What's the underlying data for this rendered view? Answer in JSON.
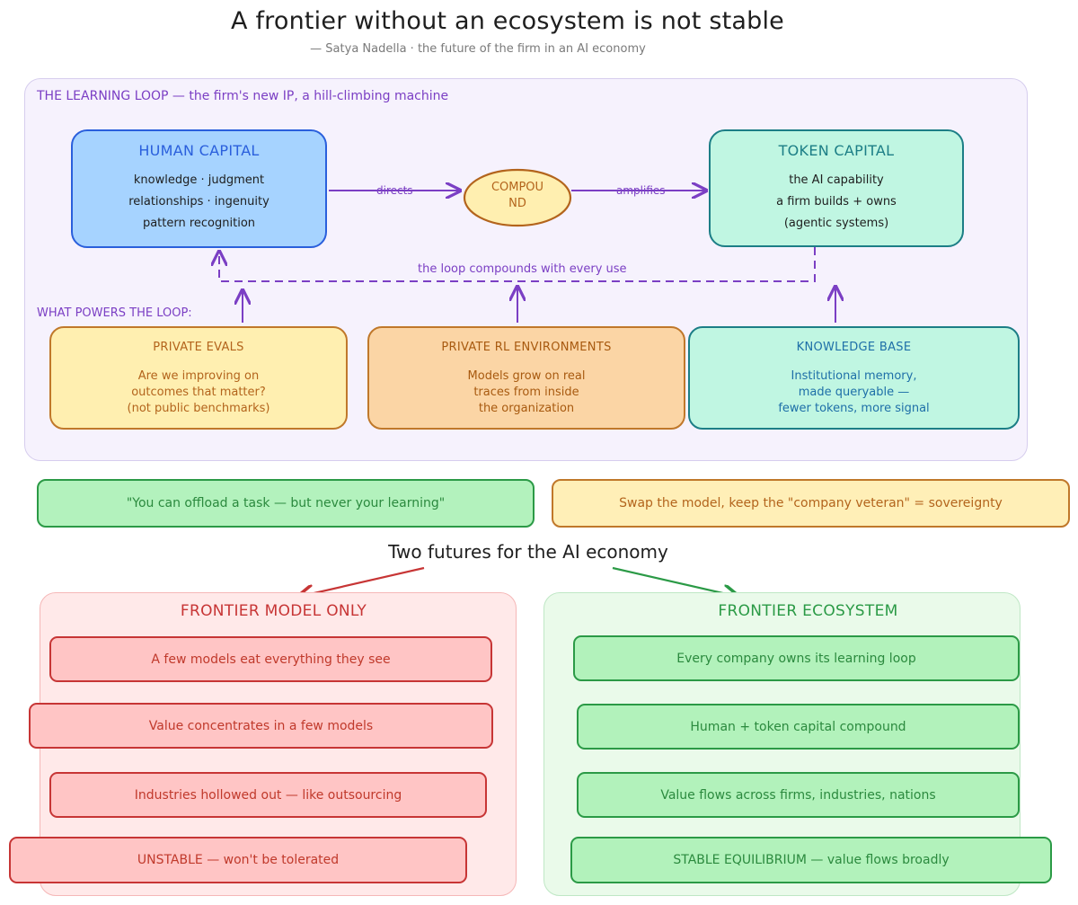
{
  "title": "A frontier without an ecosystem is not stable",
  "subtitle": "— Satya Nadella  ·  the future of the firm in an AI economy",
  "learning_loop": {
    "heading": "THE LEARNING LOOP   —   the firm's new IP, a hill-climbing machine",
    "human_capital": {
      "title": "HUMAN CAPITAL",
      "lines": [
        "knowledge · judgment",
        "relationships · ingenuity",
        "pattern recognition"
      ]
    },
    "compound": {
      "line1": "COMPOU",
      "line2": "ND"
    },
    "token_capital": {
      "title": "TOKEN CAPITAL",
      "lines": [
        "the AI capability",
        "a firm builds + owns",
        "(agentic systems)"
      ]
    },
    "directs_label": "directs",
    "amplifies_label": "amplifies",
    "loop_label": "the loop compounds with every use",
    "powers_heading": "WHAT POWERS THE LOOP:",
    "powers": [
      {
        "title": "PRIVATE EVALS",
        "lines": [
          "Are we improving on",
          "outcomes that matter?",
          "(not public benchmarks)"
        ]
      },
      {
        "title": "PRIVATE RL ENVIRONMENTS",
        "lines": [
          "Models grow on real",
          "traces from inside",
          "the organization"
        ]
      },
      {
        "title": "KNOWLEDGE BASE",
        "lines": [
          "Institutional memory,",
          "made queryable —",
          "fewer tokens, more signal"
        ]
      }
    ]
  },
  "quotes": {
    "offload": "\"You can offload a task — but never your learning\"",
    "sovereignty": "Swap the model, keep the \"company veteran\" = sovereignty"
  },
  "two_futures": "Two futures for the AI economy",
  "frontier_model_only": {
    "heading": "FRONTIER MODEL ONLY",
    "steps": [
      "A few models eat everything they see",
      "Value concentrates in a few models",
      "Industries hollowed out — like outsourcing",
      "UNSTABLE — won't be tolerated"
    ]
  },
  "frontier_ecosystem": {
    "heading": "FRONTIER ECOSYSTEM",
    "steps": [
      "Every company owns its learning loop",
      "Human + token capital compound",
      "Value flows across firms, industries, nations",
      "STABLE EQUILIBRIUM — value flows broadly"
    ]
  },
  "colors": {
    "purple": "#7b3fc4",
    "blue": "#2a5fdc",
    "teal": "#1c7e86",
    "red": "#c73535",
    "green": "#2b9a46",
    "orange": "#c0782a"
  }
}
